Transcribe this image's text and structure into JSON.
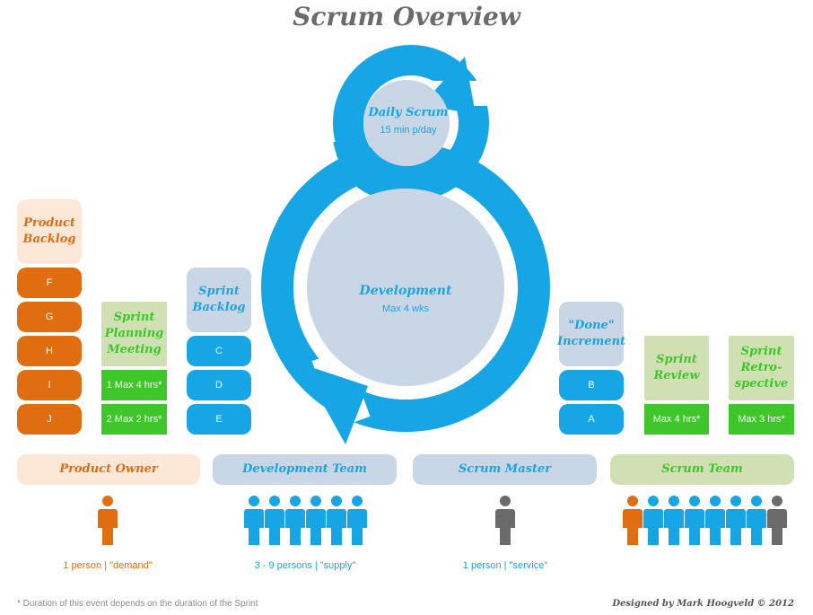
{
  "title": "Scrum Overview",
  "daily_scrum": {
    "label": "Daily Scrum",
    "duration": "15 min p/day"
  },
  "development": {
    "label": "Development",
    "duration": "Max 4 wks"
  },
  "product_backlog": {
    "label": "Product Backlog",
    "items": [
      "F",
      "G",
      "H",
      "I",
      "J"
    ]
  },
  "sprint_planning": {
    "label": "Sprint Planning Meeting",
    "items": [
      "1 Max 4 hrs*",
      "2 Max 2 hrs*"
    ]
  },
  "sprint_backlog": {
    "label": "Sprint Backlog",
    "items": [
      "C",
      "D",
      "E"
    ]
  },
  "done_increment": {
    "label": "\"Done\" Increment",
    "items": [
      "B",
      "A"
    ]
  },
  "sprint_review": {
    "label": "Sprint Review",
    "duration": "Max 4 hrs*"
  },
  "sprint_retro": {
    "label": "Sprint Retro-spective",
    "duration": "Max 3 hrs*"
  },
  "roles": {
    "product_owner": {
      "label": "Product Owner",
      "caption": "1 person | \"demand\""
    },
    "development_team": {
      "label": "Development Team",
      "caption": "3 - 9 persons | \"supply\""
    },
    "scrum_master": {
      "label": "Scrum Master",
      "caption": "1 person | \"service\""
    },
    "scrum_team": {
      "label": "Scrum Team"
    }
  },
  "footnote": "* Duration of this event depends on the duration of the Sprint",
  "credit": "Designed by Mark Hoogveld © 2012",
  "colors": {
    "orange": "#e06d10",
    "blue": "#16a6e6",
    "green": "#3ec62b",
    "grey": "#6b6b6b"
  }
}
